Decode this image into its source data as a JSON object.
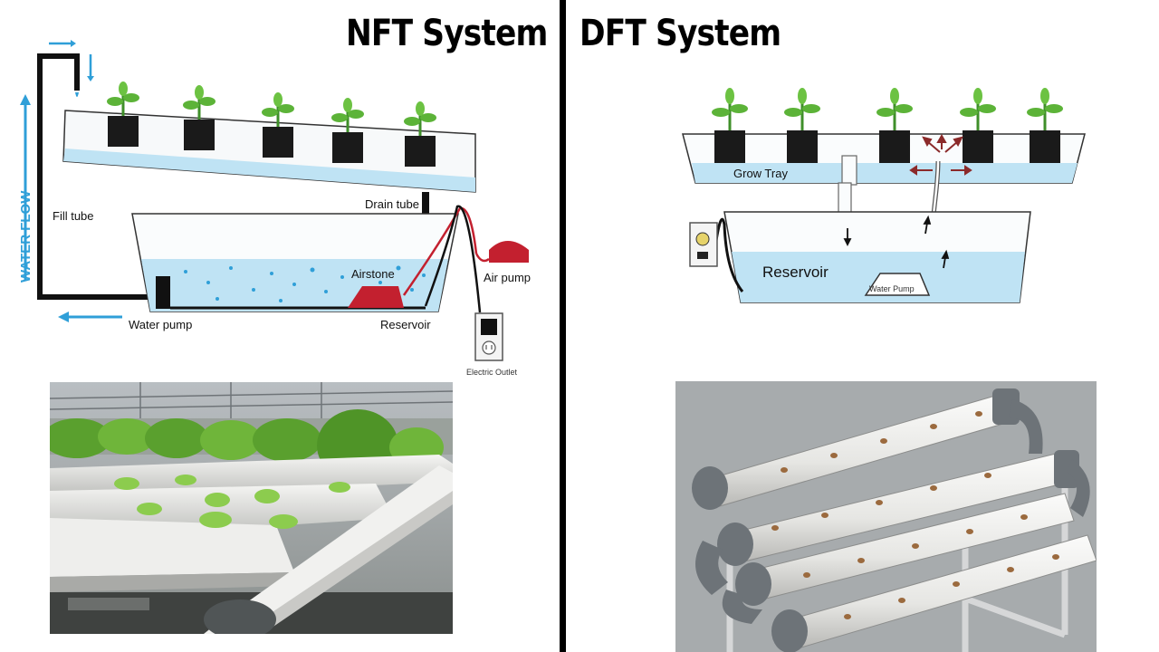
{
  "headings": {
    "nft": "NFT System",
    "dft": "DFT System"
  },
  "nft_diagram": {
    "labels": {
      "water_flow": "WATER FLOW",
      "fill_tube": "Fill tube",
      "drain_tube": "Drain tube",
      "airstone": "Airstone",
      "air_pump": "Air pump",
      "water_pump": "Water pump",
      "reservoir": "Reservoir",
      "electric_outlet": "Electric Outlet"
    }
  },
  "dft_diagram": {
    "labels": {
      "grow_tray": "Grow Tray",
      "reservoir": "Reservoir",
      "water_pump": "Water Pump"
    }
  },
  "photos": {
    "nft_photo": "nft-greenhouse-lettuce-channels",
    "dft_photo": "dft-pvc-pipe-rack"
  },
  "colors": {
    "water": "#bfe3f4",
    "accent_blue": "#2f9fd8",
    "pump_red": "#c3202f",
    "pipe_white": "#f2f2f0",
    "pipe_grey": "#6d7378"
  }
}
